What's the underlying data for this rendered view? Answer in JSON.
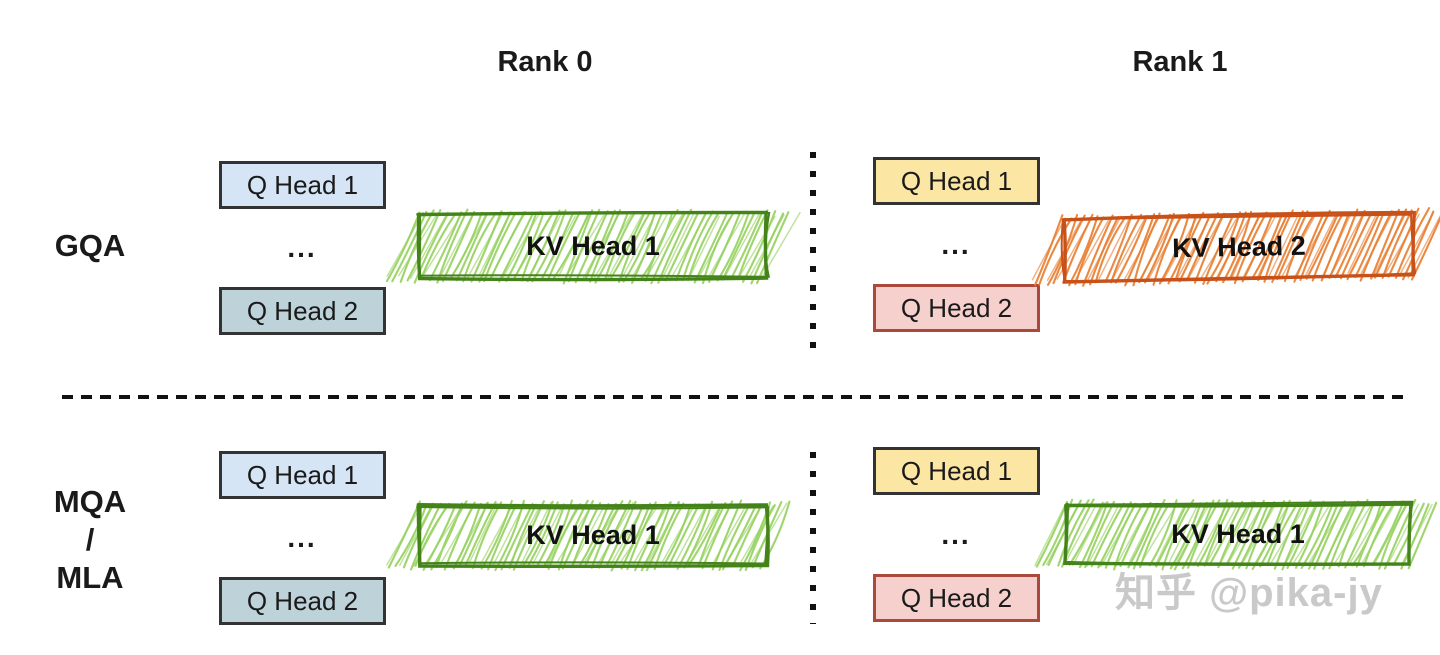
{
  "canvas": {
    "background": "#ffffff"
  },
  "header": {
    "rank0": "Rank 0",
    "rank1": "Rank 1"
  },
  "divider": {
    "color": "#111111",
    "horizontal_style": "dashed",
    "vertical_style": "dotted"
  },
  "watermark": "知乎 @pika-jy",
  "rows": [
    {
      "id": "gqa",
      "label_lines": [
        "GQA"
      ],
      "ranks": [
        {
          "name": "rank0",
          "q_heads": [
            {
              "label": "Q Head 1",
              "fill": "#d6e5f5",
              "border": "#333333"
            },
            {
              "label": "Q Head 2",
              "fill": "#bdd3d9",
              "border": "#333333"
            }
          ],
          "ellipsis": "...",
          "kv_head": {
            "label": "KV Head 1",
            "stroke": "#44821a",
            "hatch": "#94d05c"
          }
        },
        {
          "name": "rank1",
          "q_heads": [
            {
              "label": "Q Head 1",
              "fill": "#fbe7a3",
              "border": "#333333"
            },
            {
              "label": "Q Head 2",
              "fill": "#f5d0cd",
              "border": "#ab4a3c"
            }
          ],
          "ellipsis": "...",
          "kv_head": {
            "label": "KV Head 2",
            "stroke": "#c8511a",
            "hatch": "#e87c2e"
          }
        }
      ]
    },
    {
      "id": "mqa-mla",
      "label_lines": [
        "MQA",
        "/",
        "MLA"
      ],
      "ranks": [
        {
          "name": "rank0",
          "q_heads": [
            {
              "label": "Q Head 1",
              "fill": "#d6e5f5",
              "border": "#333333"
            },
            {
              "label": "Q Head 2",
              "fill": "#bdd3d9",
              "border": "#333333"
            }
          ],
          "ellipsis": "...",
          "kv_head": {
            "label": "KV Head 1",
            "stroke": "#44821a",
            "hatch": "#94d05c"
          }
        },
        {
          "name": "rank1",
          "q_heads": [
            {
              "label": "Q Head 1",
              "fill": "#fbe7a3",
              "border": "#333333"
            },
            {
              "label": "Q Head 2",
              "fill": "#f5d0cd",
              "border": "#ab4a3c"
            }
          ],
          "ellipsis": "...",
          "kv_head": {
            "label": "KV Head 1",
            "stroke": "#44821a",
            "hatch": "#94d05c"
          }
        }
      ]
    }
  ]
}
